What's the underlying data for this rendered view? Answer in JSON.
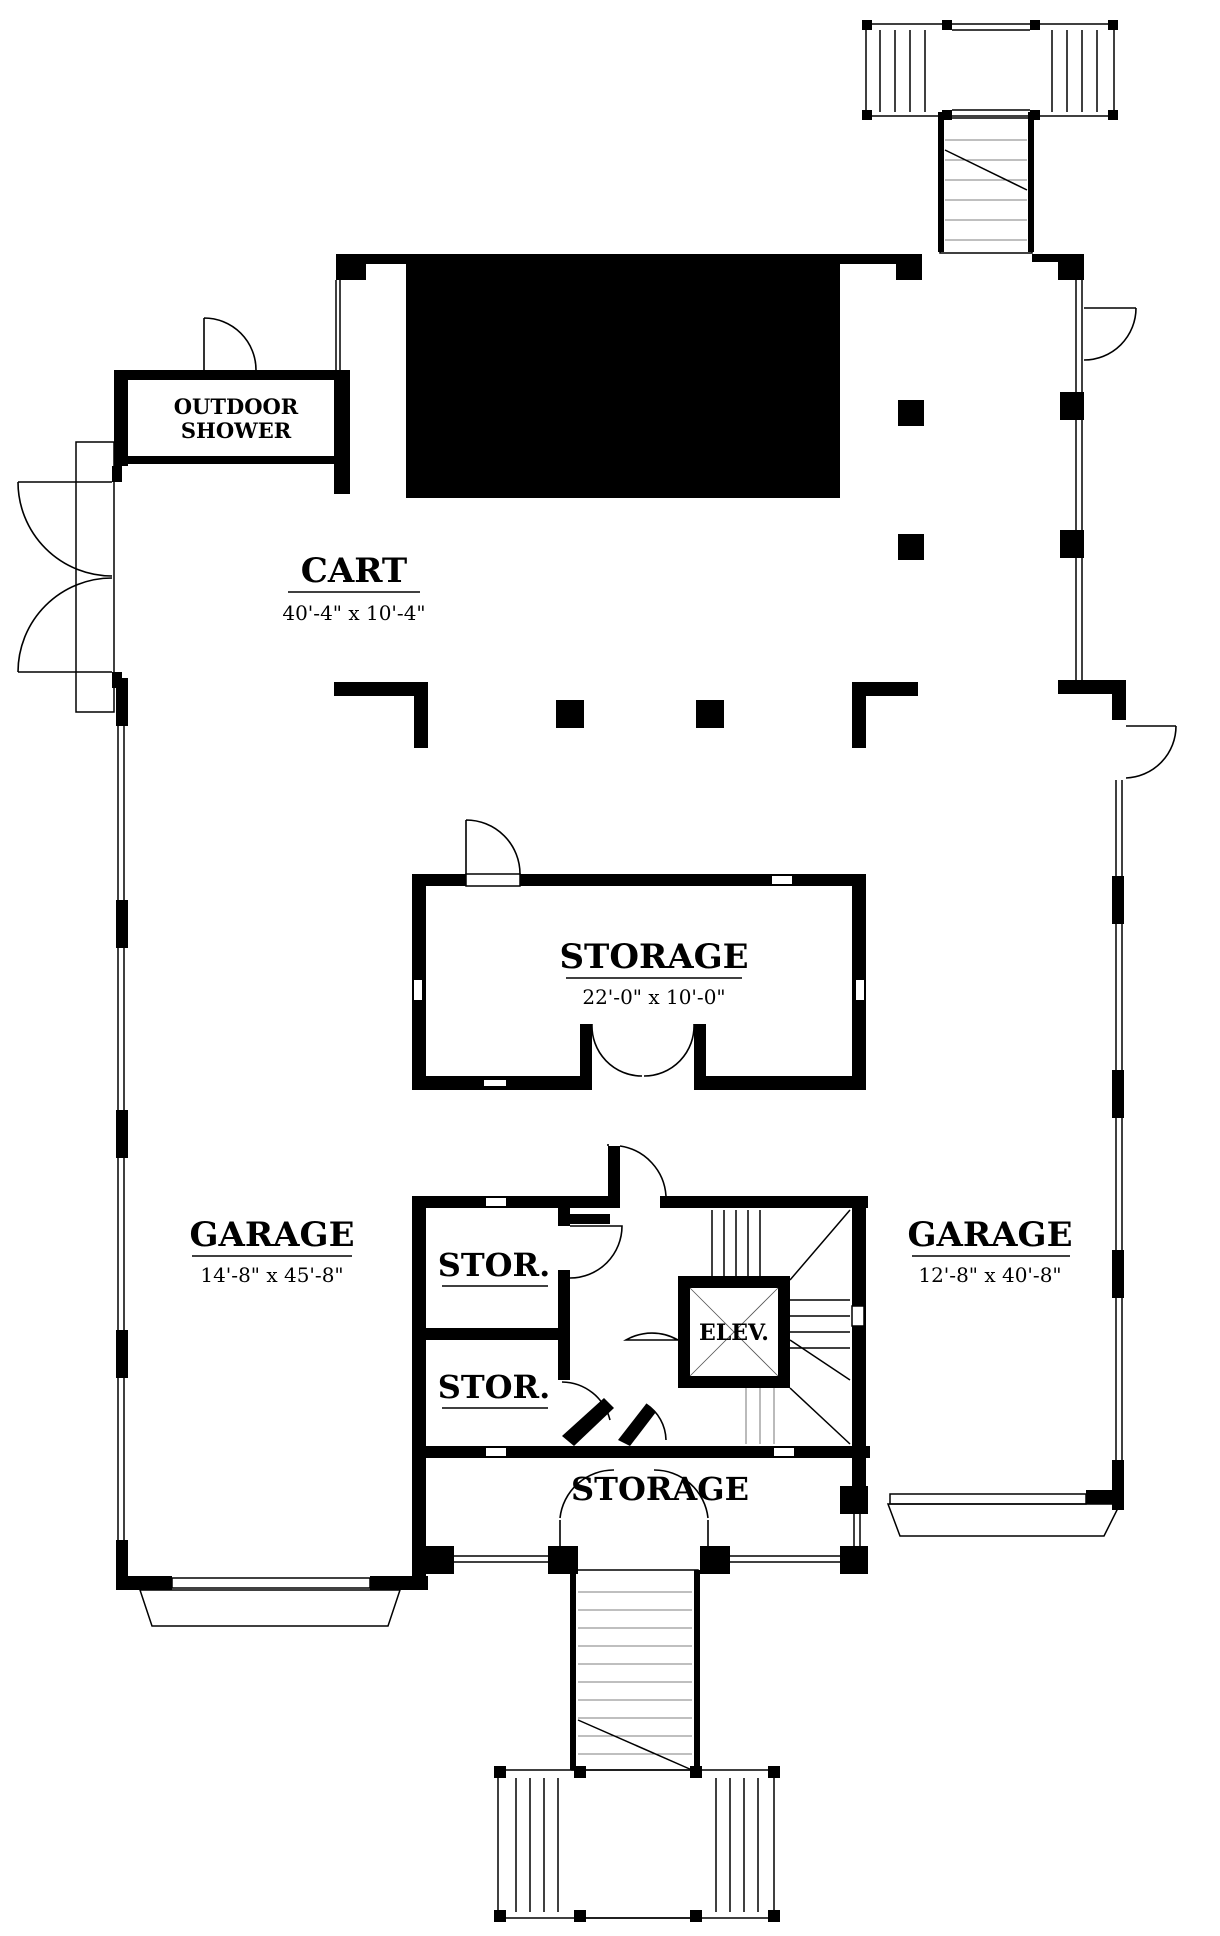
{
  "rooms": {
    "outdoor_shower": {
      "line1": "OUTDOOR",
      "line2": "SHOWER"
    },
    "cart": {
      "name": "CART",
      "dims": "40'-4\" x 10'-4\""
    },
    "storage_center": {
      "name": "STORAGE",
      "dims": "22'-0\" x 10'-0\""
    },
    "garage_left": {
      "name": "GARAGE",
      "dims": "14'-8\" x 45'-8\""
    },
    "garage_right": {
      "name": "GARAGE",
      "dims": "12'-8\" x 40'-8\""
    },
    "stor_upper": {
      "name": "STOR."
    },
    "stor_lower": {
      "name": "STOR."
    },
    "elevator": {
      "name": "ELEV."
    },
    "storage_entry": {
      "name": "STORAGE"
    }
  },
  "colors": {
    "wall": "#000000",
    "background": "#ffffff"
  }
}
